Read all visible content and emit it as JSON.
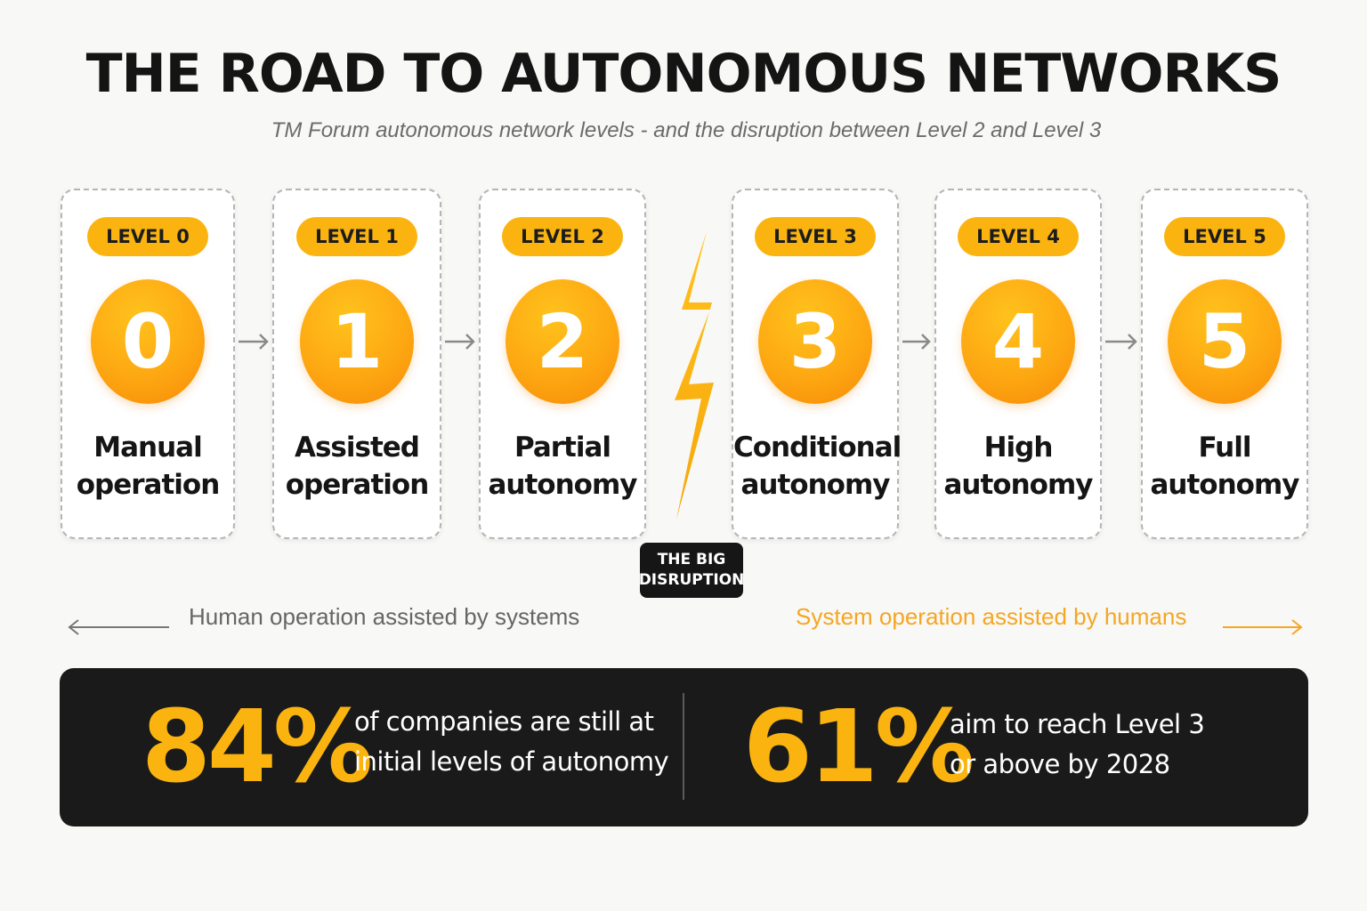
{
  "title": "THE ROAD TO AUTONOMOUS NETWORKS",
  "subtitle": "TM Forum autonomous network levels - and the disruption between Level 2 and Level 3",
  "levels": [
    {
      "badge": "LEVEL 0",
      "number": "0",
      "label_line1": "Manual",
      "label_line2": "operation"
    },
    {
      "badge": "LEVEL 1",
      "number": "1",
      "label_line1": "Assisted",
      "label_line2": "operation"
    },
    {
      "badge": "LEVEL 2",
      "number": "2",
      "label_line1": "Partial",
      "label_line2": "autonomy"
    },
    {
      "badge": "LEVEL 3",
      "number": "3",
      "label_line1": "Conditional",
      "label_line2": "autonomy"
    },
    {
      "badge": "LEVEL 4",
      "number": "4",
      "label_line1": "High",
      "label_line2": "autonomy"
    },
    {
      "badge": "LEVEL 5",
      "number": "5",
      "label_line1": "Full",
      "label_line2": "autonomy"
    }
  ],
  "disruption": {
    "line1": "THE BIG",
    "line2": "DISRUPTION"
  },
  "axis": {
    "left_label": "Human operation assisted by systems",
    "right_label": "System operation assisted by humans"
  },
  "stats": [
    {
      "value": "84%",
      "line1": "of companies are still at",
      "line2": "initial levels of autonomy"
    },
    {
      "value": "61%",
      "line1": "aim to reach Level 3",
      "line2": "or above by 2028"
    }
  ],
  "colors": {
    "accent": "#fbb40f",
    "circle_gradient_end": "#f78a08",
    "dark_panel": "#1a1a1a",
    "muted_text": "#666666",
    "title_text": "#141414"
  },
  "icons": [
    "arrow-right-icon",
    "lightning-bolt-icon",
    "arrow-left-icon"
  ]
}
